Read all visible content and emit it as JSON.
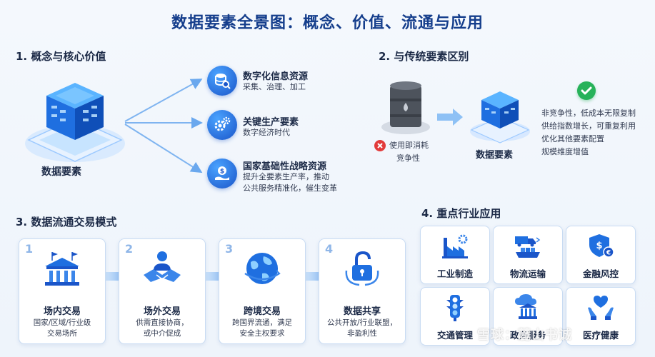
{
  "title": "数据要素全景图：概念、价值、流通与应用",
  "section1": {
    "heading": "1. 概念与核心价值",
    "center_label": "数据要素",
    "items": [
      {
        "icon": "database-search-icon",
        "title": "数字化信息资源",
        "sub": [
          "采集、治理、加工"
        ]
      },
      {
        "icon": "gears-icon",
        "title": "关键生产要素",
        "sub": [
          "数字经济时代"
        ]
      },
      {
        "icon": "money-hand-icon",
        "title": "国家基础性战略资源",
        "sub": [
          "提升全要素生产率，推动",
          "公共服务精准化，催生变革"
        ]
      }
    ]
  },
  "section2": {
    "heading": "2. 与传统要素区别",
    "traditional": [
      "使用即消耗",
      "竞争性"
    ],
    "data_label": "数据要素",
    "features": [
      "非竞争性，低成本无限复制",
      "供给指数增长，可重复利用",
      "优化其他要素配置",
      "规模维度增值"
    ],
    "colors": {
      "cross": "#e23b3b",
      "check": "#27b25a"
    }
  },
  "section3": {
    "heading": "3. 数据流通交易模式",
    "steps": [
      {
        "num": "1",
        "icon": "building-flags-icon",
        "title": "场内交易",
        "desc": [
          "国家/区域/行业级",
          "交易场所"
        ]
      },
      {
        "num": "2",
        "icon": "handshake-icon",
        "title": "场外交易",
        "desc": [
          "供需直接协商，",
          "或中介促成"
        ]
      },
      {
        "num": "3",
        "icon": "globe-icon",
        "title": "跨境交易",
        "desc": [
          "跨国界流通，满足",
          "安全主权要求"
        ]
      },
      {
        "num": "4",
        "icon": "unlock-icon",
        "title": "数据共享",
        "desc": [
          "公共开放/行业联盟，",
          "非盈利性"
        ]
      }
    ]
  },
  "section4": {
    "heading": "4. 重点行业应用",
    "industries": [
      {
        "icon": "factory-icon",
        "label": "工业制造"
      },
      {
        "icon": "truck-ship-icon",
        "label": "物流运输"
      },
      {
        "icon": "shield-euro-icon",
        "label": "金融风控"
      },
      {
        "icon": "traffic-light-icon",
        "label": "交通管理"
      },
      {
        "icon": "government-cloud-icon",
        "label": "政务服务"
      },
      {
        "icon": "heart-hands-icon",
        "label": "医疗健康"
      }
    ]
  },
  "watermark": "雪球：麓山书诚",
  "accent": "#1f6fe0"
}
